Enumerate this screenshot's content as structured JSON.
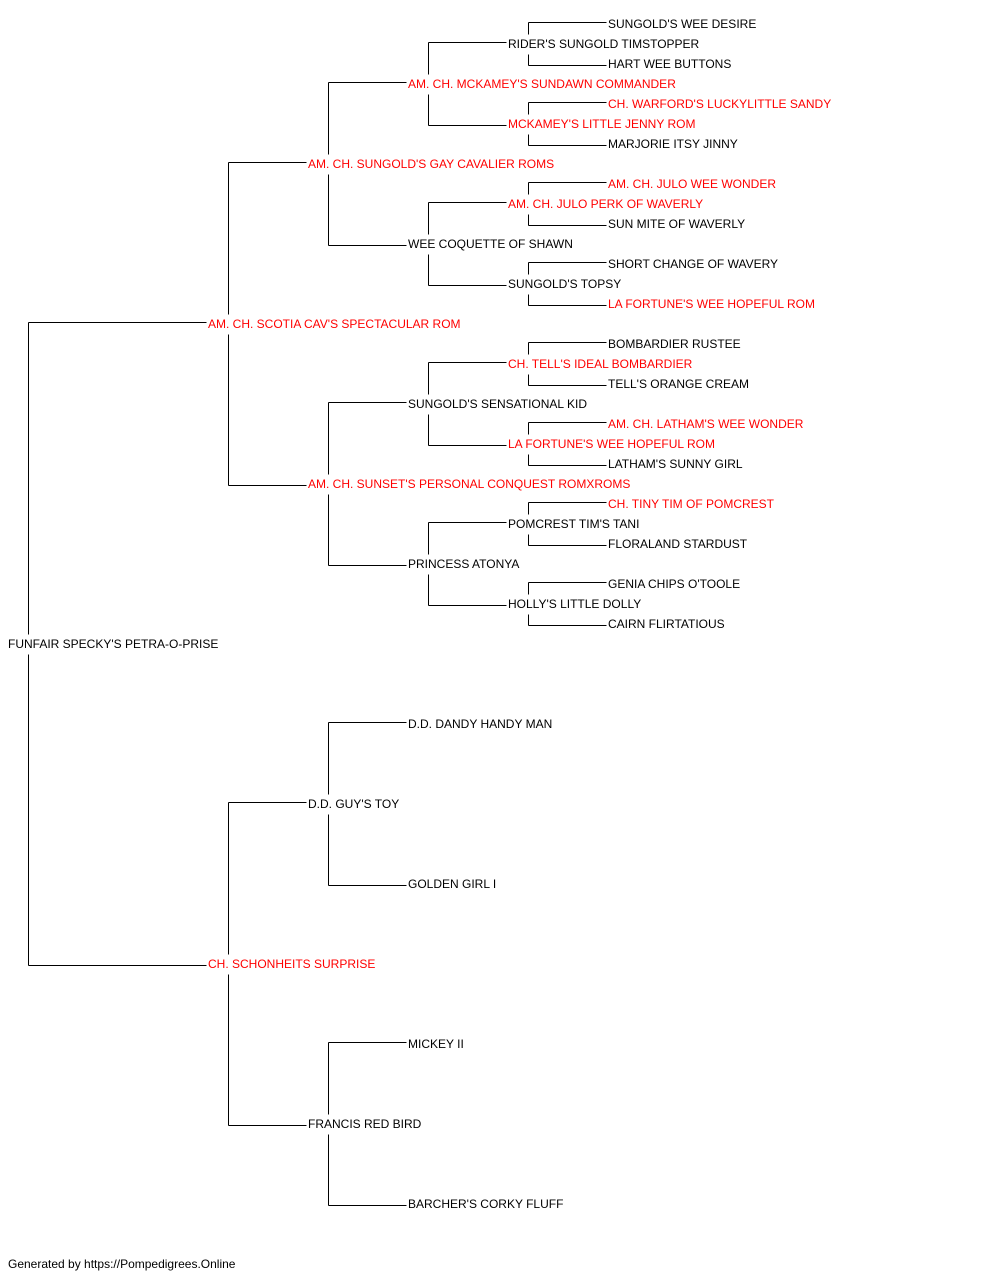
{
  "pedigree": {
    "colors": {
      "champion": "#ff0000",
      "normal": "#000000",
      "line": "#000000"
    },
    "subject": {
      "name": "FUNFAIR SPECKY'S PETRA-O-PRISE",
      "champion": false
    },
    "sire": {
      "name": "AM. CH. SCOTIA CAV'S SPECTACULAR ROM",
      "champion": true
    },
    "dam": {
      "name": "CH. SCHONHEITS SURPRISE",
      "champion": true
    },
    "sire_sire": {
      "name": "AM. CH. SUNGOLD'S GAY CAVALIER ROMS",
      "champion": true
    },
    "sire_dam": {
      "name": "AM. CH. SUNSET'S PERSONAL CONQUEST ROMXROMS",
      "champion": true
    },
    "dam_sire": {
      "name": "D.D. GUY'S TOY",
      "champion": false
    },
    "dam_dam": {
      "name": "FRANCIS RED BIRD",
      "champion": false
    },
    "ss_sire": {
      "name": "AM. CH. MCKAMEY'S SUNDAWN COMMANDER",
      "champion": true
    },
    "ss_dam": {
      "name": "WEE COQUETTE OF SHAWN",
      "champion": false
    },
    "sd_sire": {
      "name": "SUNGOLD'S SENSATIONAL KID",
      "champion": false
    },
    "sd_dam": {
      "name": "PRINCESS ATONYA",
      "champion": false
    },
    "ds_sire": {
      "name": "D.D. DANDY HANDY MAN",
      "champion": false
    },
    "ds_dam": {
      "name": "GOLDEN GIRL I",
      "champion": false
    },
    "dd_sire": {
      "name": "MICKEY II",
      "champion": false
    },
    "dd_dam": {
      "name": "BARCHER'S CORKY FLUFF",
      "champion": false
    },
    "gen4": [
      {
        "name": "RIDER'S SUNGOLD TIMSTOPPER",
        "champion": false
      },
      {
        "name": "MCKAMEY'S LITTLE JENNY ROM",
        "champion": true
      },
      {
        "name": "AM. CH. JULO PERK OF WAVERLY",
        "champion": true
      },
      {
        "name": "SUNGOLD'S TOPSY",
        "champion": false
      },
      {
        "name": "CH. TELL'S IDEAL BOMBARDIER",
        "champion": true
      },
      {
        "name": "LA FORTUNE'S WEE HOPEFUL ROM",
        "champion": true
      },
      {
        "name": "POMCREST TIM'S TANI",
        "champion": false
      },
      {
        "name": "HOLLY'S LITTLE DOLLY",
        "champion": false
      }
    ],
    "gen5": [
      {
        "name": "SUNGOLD'S WEE DESIRE",
        "champion": false
      },
      {
        "name": "HART WEE BUTTONS",
        "champion": false
      },
      {
        "name": "CH. WARFORD'S LUCKYLITTLE SANDY",
        "champion": true
      },
      {
        "name": "MARJORIE ITSY JINNY",
        "champion": false
      },
      {
        "name": "AM. CH. JULO WEE WONDER",
        "champion": true
      },
      {
        "name": "SUN MITE OF WAVERLY",
        "champion": false
      },
      {
        "name": "SHORT CHANGE OF WAVERY",
        "champion": false
      },
      {
        "name": "LA FORTUNE'S WEE HOPEFUL ROM",
        "champion": true
      },
      {
        "name": "BOMBARDIER RUSTEE",
        "champion": false
      },
      {
        "name": "TELL'S ORANGE CREAM",
        "champion": false
      },
      {
        "name": "AM. CH. LATHAM'S WEE WONDER",
        "champion": true
      },
      {
        "name": "LATHAM'S SUNNY GIRL",
        "champion": false
      },
      {
        "name": "CH. TINY TIM OF POMCREST",
        "champion": true
      },
      {
        "name": "FLORALAND STARDUST",
        "champion": false
      },
      {
        "name": "GENIA CHIPS O'TOOLE",
        "champion": false
      },
      {
        "name": "CAIRN FLIRTATIOUS",
        "champion": false
      }
    ]
  },
  "footer": {
    "text": "Generated by https://Pompedigrees.Online"
  }
}
